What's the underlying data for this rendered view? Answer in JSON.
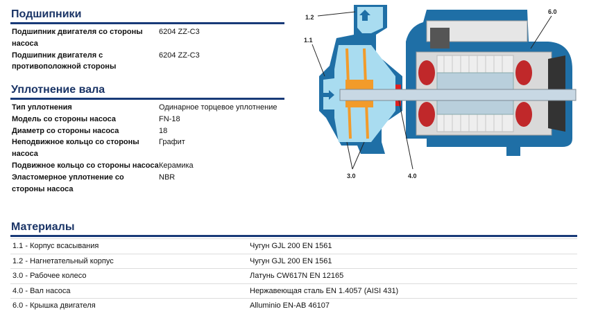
{
  "bearings": {
    "title": "Подшипники",
    "rows": [
      {
        "label": "Подшипник двигателя со стороны насоса",
        "value": "6204 ZZ-C3"
      },
      {
        "label": "Подшипник двигателя с противоположной стороны",
        "value": "6204 ZZ-C3"
      }
    ]
  },
  "seal": {
    "title": "Уплотнение вала",
    "rows": [
      {
        "label": "Тип уплотнения",
        "value": "Одинарное торцевое уплотнение"
      },
      {
        "label": "Модель со стороны насоса",
        "value": "FN-18"
      },
      {
        "label": "Диаметр со стороны насоса",
        "value": "18"
      },
      {
        "label": "Неподвижное кольцо со стороны насоса",
        "value": "Графит"
      },
      {
        "label": "Подвижное кольцо со стороны насоса",
        "value": "Керамика"
      },
      {
        "label": "Эластомерное уплотнение со стороны насоса",
        "value": "NBR"
      }
    ]
  },
  "materials": {
    "title": "Материалы",
    "rows": [
      {
        "part": "1.1 - Корпус всасывания",
        "material": "Чугун GJL 200 EN 1561"
      },
      {
        "part": "1.2 - Нагнетательный корпус",
        "material": "Чугун GJL 200 EN 1561"
      },
      {
        "part": "3.0 - Рабочее колесо",
        "material": "Латунь CW617N EN 12165"
      },
      {
        "part": "4.0 - Вал насоса",
        "material": "Нержавеющая сталь EN 1.4057 (AISI 431)"
      },
      {
        "part": "6.0 - Крышка двигателя",
        "material": "Alluminio EN-AB 46107"
      }
    ]
  },
  "diagram": {
    "labels": [
      "1.2",
      "1.1",
      "6.0",
      "3.0",
      "4.0"
    ]
  },
  "colors": {
    "heading": "#1a3466",
    "pump_blue": "#1f6fa6",
    "light_blue": "#a9dcf0",
    "impeller": "#f29b2a",
    "coil": "#c0282a"
  }
}
